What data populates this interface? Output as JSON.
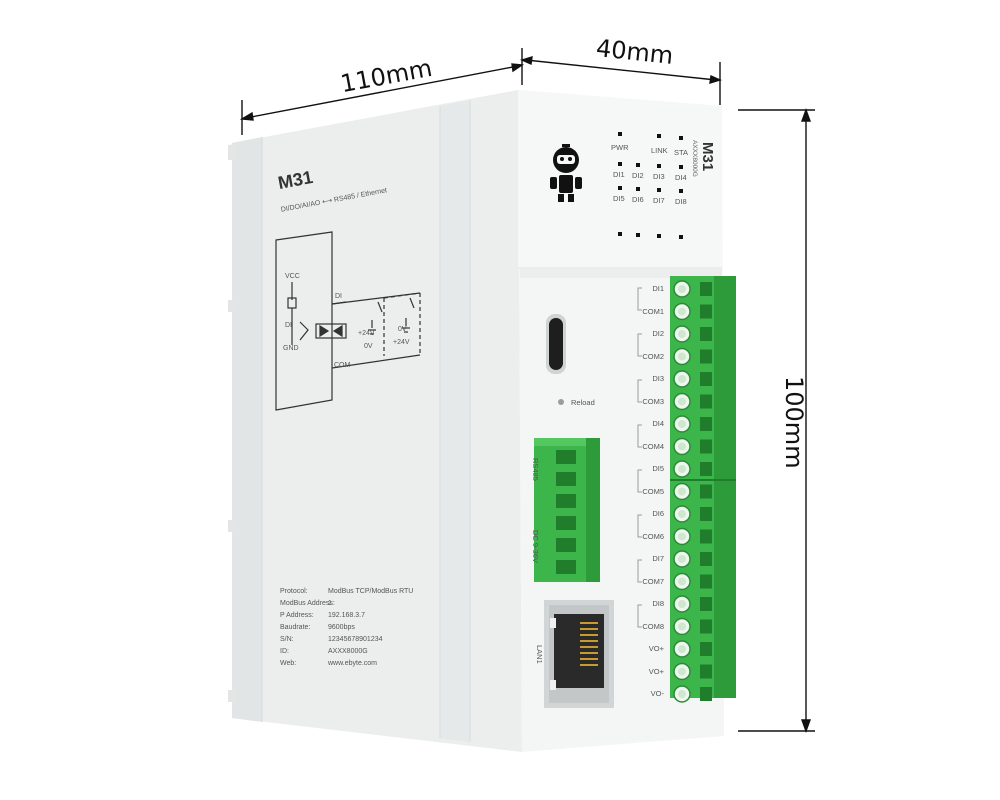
{
  "dimensions": {
    "length": "110mm",
    "width": "40mm",
    "height": "100mm"
  },
  "side_panel": {
    "model": "M31",
    "subtitle": "DI/DO/AI/AO",
    "arrow": "⟷",
    "interface": "RS485 / Ethernet",
    "circuit": {
      "vcc": "VCC",
      "di_left": "DI",
      "gnd": "GND",
      "di_right": "DI",
      "com": "COM",
      "v24_a": "+24V",
      "v0_a": "0V",
      "v0_b": "0V",
      "v24_b": "+24V"
    },
    "specs": [
      {
        "label": "Protocol:",
        "value": "ModBus TCP/ModBus RTU"
      },
      {
        "label": "ModBus Address:",
        "value": "1"
      },
      {
        "label": "P Address:",
        "value": "192.168.3.7"
      },
      {
        "label": "Baudrate:",
        "value": "9600bps"
      },
      {
        "label": "S/N:",
        "value": "12345678901234"
      },
      {
        "label": "ID:",
        "value": "AXXX8000G"
      },
      {
        "label": "Web:",
        "value": "www.ebyte.com"
      }
    ]
  },
  "front_panel": {
    "model": "M31",
    "model_code": "AXXX8000G",
    "led_labels": [
      "PWR",
      "LINK",
      "STA",
      "DI1",
      "DI2",
      "DI3",
      "DI4",
      "DI5",
      "DI6",
      "DI7",
      "DI8"
    ],
    "reload": "Reload",
    "rs485": "RS485",
    "power": "DC 9-36V",
    "lan": "LAN1",
    "terminals": [
      "DI1",
      "COM1",
      "DI2",
      "COM2",
      "DI3",
      "COM3",
      "DI4",
      "COM4",
      "DI5",
      "COM5",
      "DI6",
      "COM6",
      "DI7",
      "COM7",
      "DI8",
      "COM8",
      "VO+",
      "VO+",
      "VO-"
    ]
  },
  "colors": {
    "terminal_green": "#3cb54a",
    "terminal_dark": "#2a8a36",
    "housing": "#eef0f0",
    "housing_shadow": "#dfe2e2"
  }
}
